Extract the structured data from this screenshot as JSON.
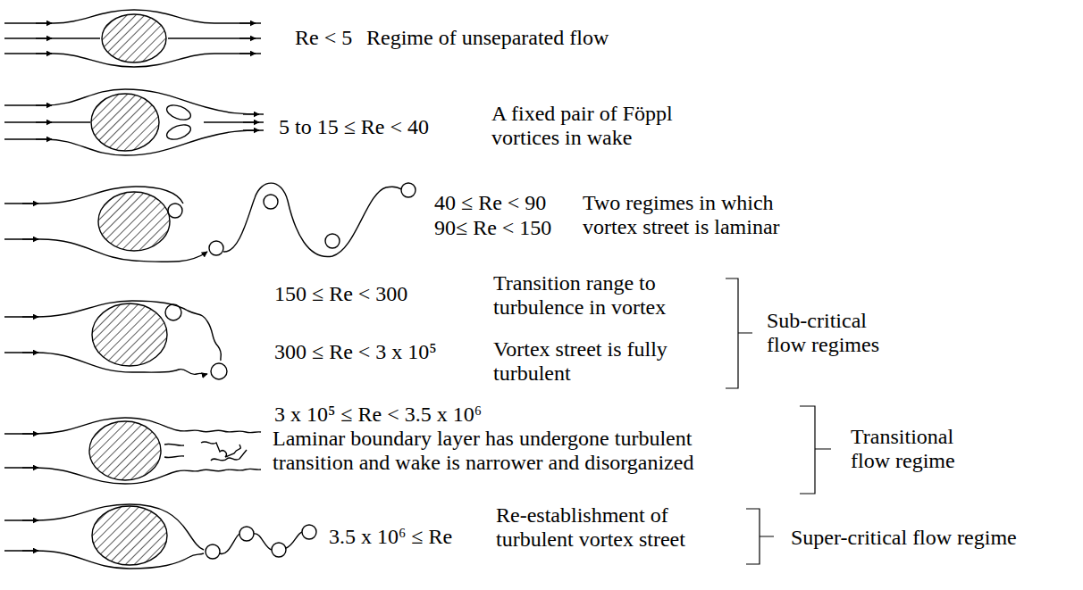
{
  "diagram": {
    "labels": [
      "Re < 5",
      "Regime of unseparated flow",
      "5 to 15 ≤ Re < 40",
      "A fixed pair of Föppl vortices in wake",
      "40 ≤ Re < 90",
      "90≤ Re < 150",
      "Two regimes in which vortex street is laminar",
      "150 ≤ Re < 300",
      "Transition range to turbulence in vortex",
      "300 ≤ Re < 3 x 10⁵",
      "Vortex street is fully turbulent",
      "Sub-critical flow regimes",
      "3 x 10⁵ ≤ Re < 3.5 x 10⁶",
      "Laminar boundary layer has undergone turbulent transition and wake is narrower and disorganized",
      "Transitional flow regime",
      "3.5 x 10⁶ ≤ Re",
      "Re-establishment of turbulent vortex street",
      "Super-critical flow regime"
    ]
  }
}
